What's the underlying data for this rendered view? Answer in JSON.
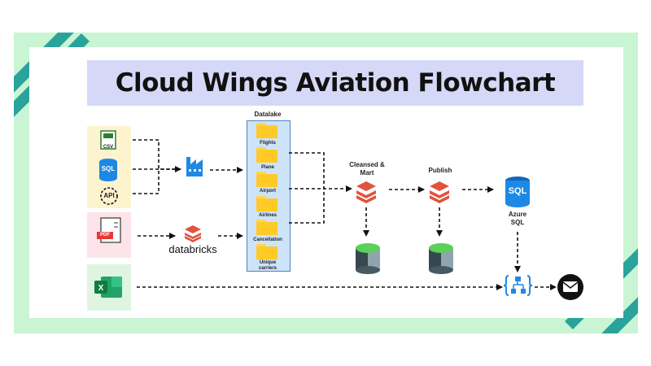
{
  "title": "Cloud Wings Aviation Flowchart",
  "sources": {
    "csv_label": "CSV",
    "sql_label": "SQL",
    "api_label": "API",
    "pdf_label": "PDF"
  },
  "databricks_label": "databricks",
  "datalake": {
    "title": "Datalake",
    "folders": [
      "Flights",
      "Plane",
      "Airport",
      "Airlines",
      "Cancellation",
      "Unique carriers"
    ]
  },
  "stages": {
    "cleansed": "Cleansed & Mart",
    "publish": "Publish",
    "azure_sql": "Azure SQL",
    "azure_sql_icon": "SQL"
  },
  "colors": {
    "frame": "#c9f5d4",
    "stripe": "#2aa39a",
    "title_bg": "#d6d8f7",
    "source_bg": "#fdf4cf",
    "pdf_bg": "#fde4ea",
    "excel_bg": "#dff5e1",
    "datalake_bg": "#cde3f7",
    "databricks_red": "#e0533d",
    "azure_blue": "#1e88e5",
    "cylinder_green": "#5bd05b"
  }
}
